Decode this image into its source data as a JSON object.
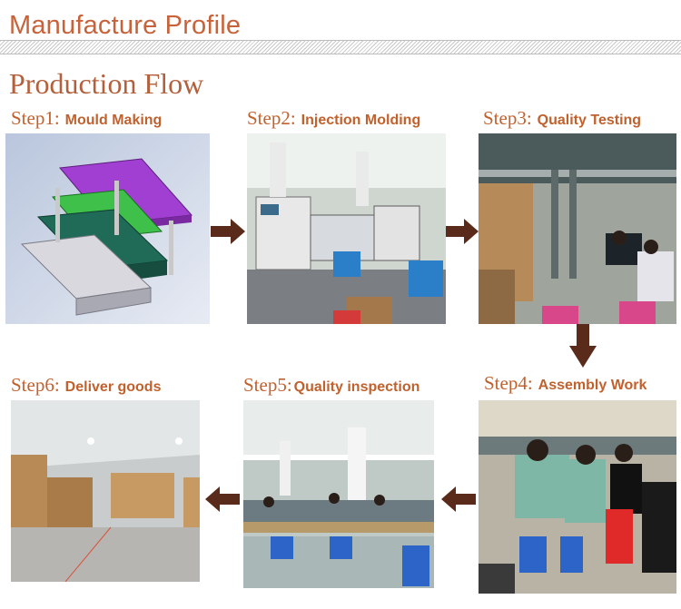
{
  "header": {
    "title": "Manufacture Profile"
  },
  "flow": {
    "title": "Production Flow"
  },
  "steps": [
    {
      "num": "Step1:",
      "name": "Mould Making"
    },
    {
      "num": "Step2:",
      "name": "Injection Molding"
    },
    {
      "num": "Step3:",
      "name": "Quality Testing"
    },
    {
      "num": "Step4:",
      "name": "Assembly Work"
    },
    {
      "num": "Step5:",
      "name": "Quality inspection"
    },
    {
      "num": "Step6:",
      "name": "Deliver goods"
    }
  ],
  "colors": {
    "accent": "#c0612e",
    "arrow": "#5a2a1a"
  }
}
